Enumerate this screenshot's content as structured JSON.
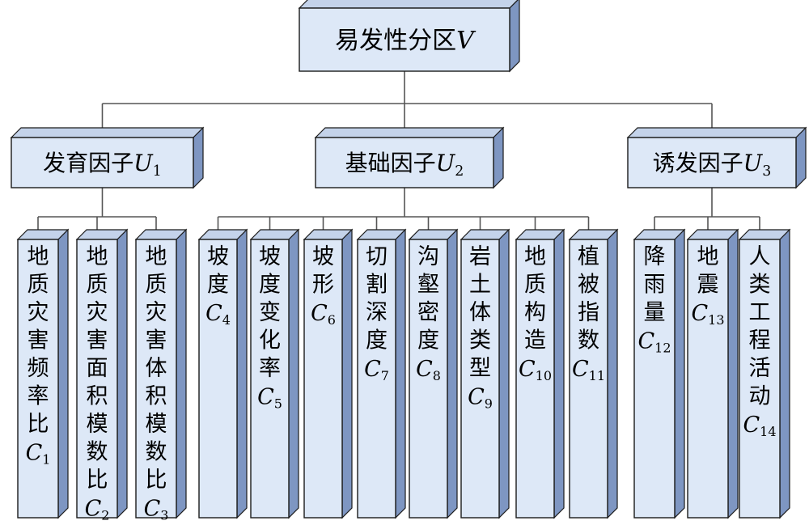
{
  "root": {
    "text": "易发性分区",
    "var": "V",
    "sub": ""
  },
  "factors": [
    {
      "text": "发育因子",
      "var": "U",
      "sub": "1"
    },
    {
      "text": "基础因子",
      "var": "U",
      "sub": "2"
    },
    {
      "text": "诱发因子",
      "var": "U",
      "sub": "3"
    }
  ],
  "indicators": [
    {
      "group": 0,
      "chars": [
        "地",
        "质",
        "灾",
        "害",
        "频",
        "率",
        "比"
      ],
      "var": "C",
      "sub": "1"
    },
    {
      "group": 0,
      "chars": [
        "地",
        "质",
        "灾",
        "害",
        "面",
        "积",
        "模",
        "数",
        "比"
      ],
      "var": "C",
      "sub": "2"
    },
    {
      "group": 0,
      "chars": [
        "地",
        "质",
        "灾",
        "害",
        "体",
        "积",
        "模",
        "数",
        "比"
      ],
      "var": "C",
      "sub": "3"
    },
    {
      "group": 1,
      "chars": [
        "坡",
        "度"
      ],
      "var": "C",
      "sub": "4"
    },
    {
      "group": 1,
      "chars": [
        "坡",
        "度",
        "变",
        "化",
        "率"
      ],
      "var": "C",
      "sub": "5"
    },
    {
      "group": 1,
      "chars": [
        "坡",
        "形"
      ],
      "var": "C",
      "sub": "6"
    },
    {
      "group": 1,
      "chars": [
        "切",
        "割",
        "深",
        "度"
      ],
      "var": "C",
      "sub": "7"
    },
    {
      "group": 1,
      "chars": [
        "沟",
        "壑",
        "密",
        "度"
      ],
      "var": "C",
      "sub": "8"
    },
    {
      "group": 1,
      "chars": [
        "岩",
        "土",
        "体",
        "类",
        "型"
      ],
      "var": "C",
      "sub": "9"
    },
    {
      "group": 1,
      "chars": [
        "地",
        "质",
        "构",
        "造"
      ],
      "var": "C",
      "sub": "10"
    },
    {
      "group": 1,
      "chars": [
        "植",
        "被",
        "指",
        "数"
      ],
      "var": "C",
      "sub": "11"
    },
    {
      "group": 2,
      "chars": [
        "降",
        "雨",
        "量"
      ],
      "var": "C",
      "sub": "12"
    },
    {
      "group": 2,
      "chars": [
        "地",
        "震"
      ],
      "var": "C",
      "sub": "13"
    },
    {
      "group": 2,
      "chars": [
        "人",
        "类",
        "工",
        "程",
        "活",
        "动"
      ],
      "var": "C",
      "sub": "14"
    }
  ]
}
